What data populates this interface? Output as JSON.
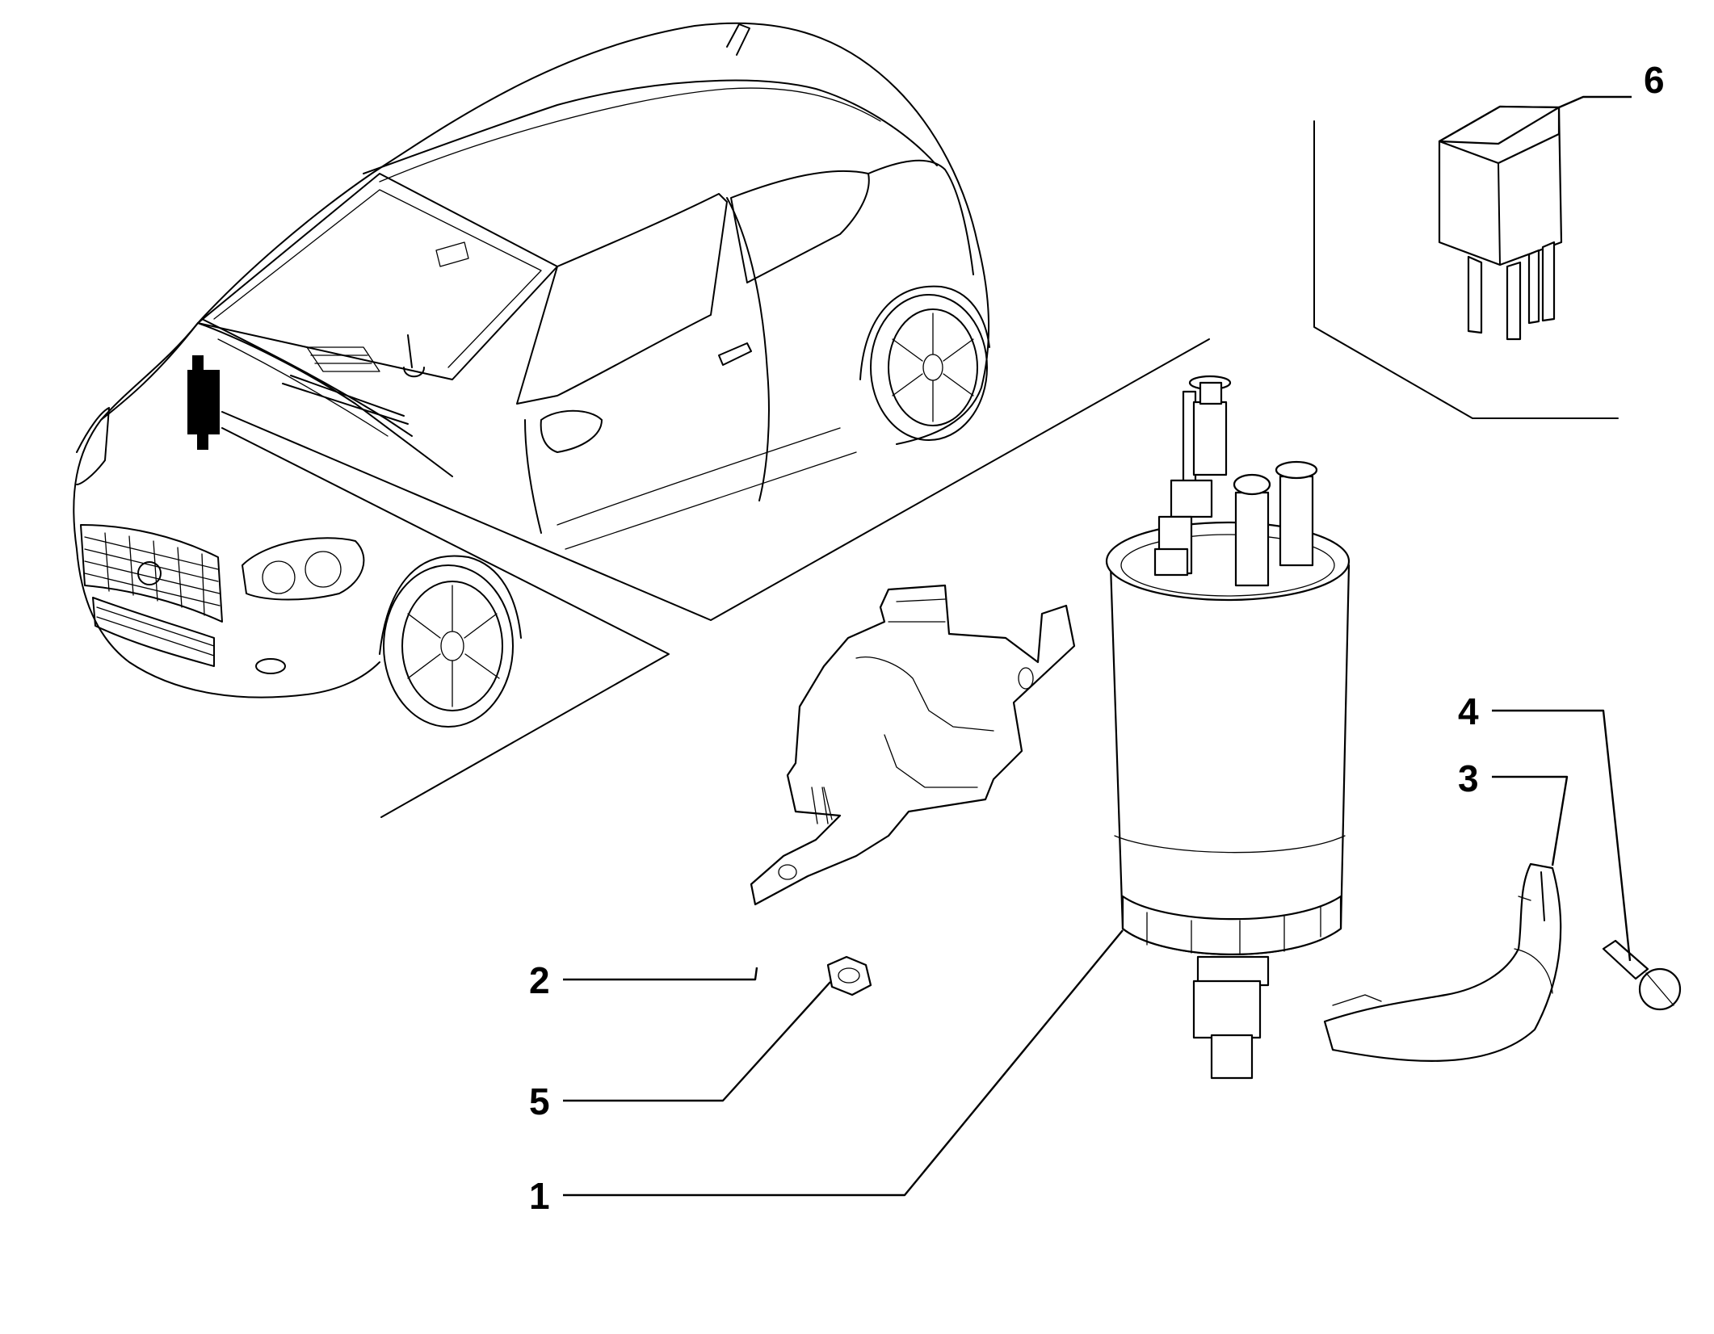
{
  "callouts": [
    {
      "id": "c1",
      "number": "1"
    },
    {
      "id": "c2",
      "number": "2"
    },
    {
      "id": "c3",
      "number": "3"
    },
    {
      "id": "c4",
      "number": "4"
    },
    {
      "id": "c5",
      "number": "5"
    },
    {
      "id": "c6",
      "number": "6"
    }
  ]
}
